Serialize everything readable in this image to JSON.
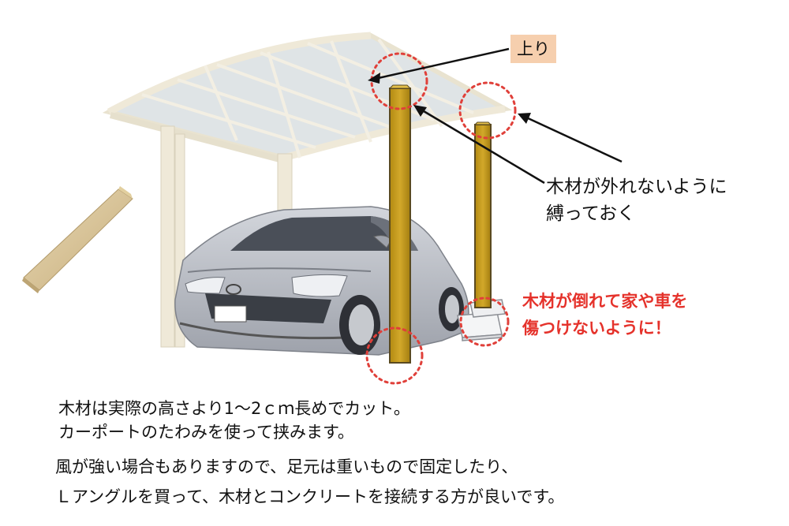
{
  "labels": {
    "top": "上り",
    "tie_note": [
      "木材が外れないように",
      "縛っておく"
    ],
    "warning": [
      "木材が倒れて家や車を",
      "傷つけないように！"
    ]
  },
  "captions": [
    "木材は実際の高さより1〜2ｃｍ長めでカット。",
    "カーポートのたわみを使って挟みます。",
    "風が強い場合もありますので、足元は重いもので固定したり、",
    "Ｌアングルを買って、木材とコンクリートを接続する方が良いです。"
  ],
  "colors": {
    "wood_post": "#c49a16",
    "wood_post_edge": "#5a4a20",
    "carport_frame": "#efe9d8",
    "roof_panel": "#dfe4e6",
    "dotted_circle": "#e0403a",
    "label_bg": "#f6cfae",
    "warning_text": "#e5322b",
    "car_body": "#b9bcc3",
    "lumber": "#d8c49a"
  }
}
